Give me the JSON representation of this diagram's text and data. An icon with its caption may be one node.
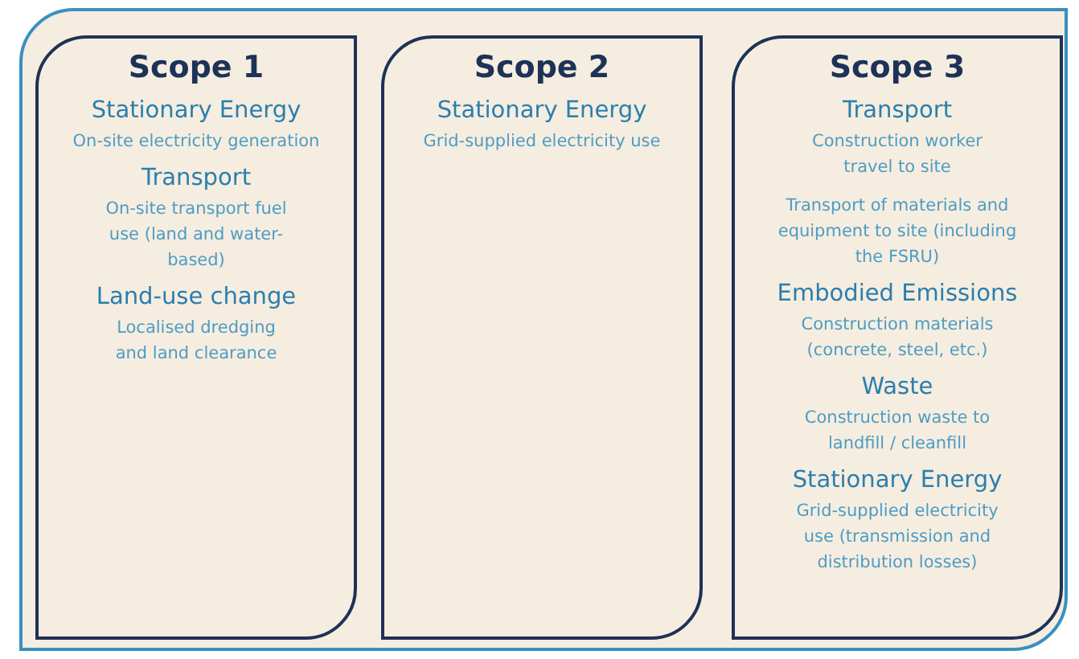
{
  "diagram": {
    "nodes": [
      {
        "text": [
          "Scope 1",
          "Stationary Energy",
          "On-site electricity generation",
          "Transport",
          "On-site transport fuel use (land and water-based)",
          "Land-use change",
          "Localised dredging and land clearance"
        ]
      },
      {
        "text": [
          "Scope 2",
          "Stationary Energy",
          "Grid-supplied electricity use"
        ]
      },
      {
        "text": [
          "Scope 3",
          "Transport",
          "Construction worker travel to site",
          "Transport of materials and equipment to site (including the FSRU)",
          "Embodied Emissions",
          "Construction materials (concrete, steel, etc.)",
          "Waste",
          "Construction waste to landfill / cleanfill",
          "Stationary Energy",
          "Grid-supplied electricity use (transmission and distribution losses)"
        ]
      }
    ],
    "edges": []
  }
}
